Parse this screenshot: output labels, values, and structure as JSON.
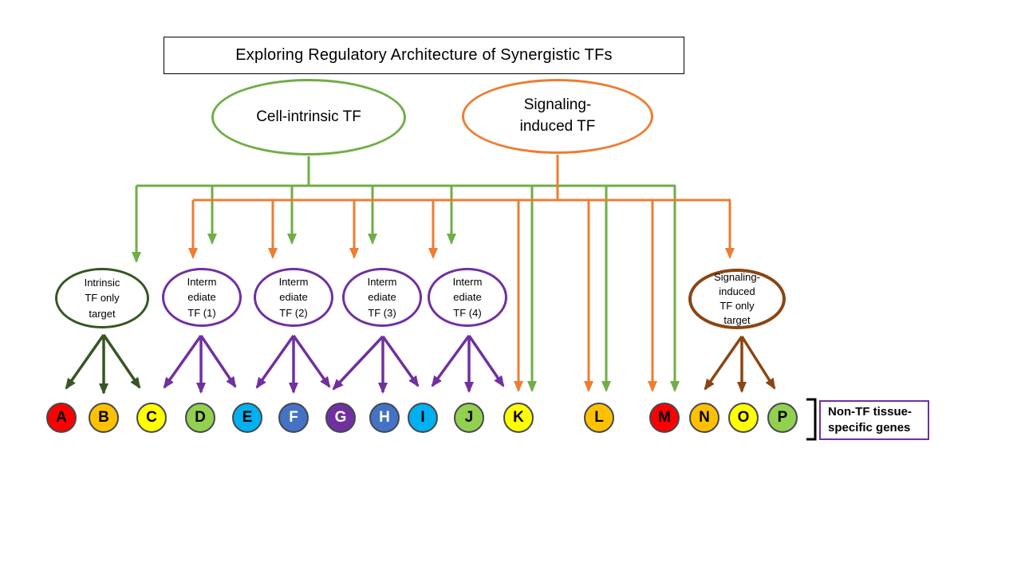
{
  "title": "Exploring Regulatory Architecture of Synergistic TFs",
  "nodes": {
    "cell_intrinsic": {
      "label": "Cell-intrinsic TF"
    },
    "signaling_induced": {
      "lines": [
        "Signaling-",
        "induced TF"
      ]
    },
    "intrinsic_target": {
      "lines": [
        "Intrinsic",
        "TF only",
        "target"
      ]
    },
    "tf1": {
      "lines": [
        "Interm",
        "ediate",
        "TF (1)"
      ]
    },
    "tf2": {
      "lines": [
        "Interm",
        "ediate",
        "TF (2)"
      ]
    },
    "tf3": {
      "lines": [
        "Interm",
        "ediate",
        "TF (3)"
      ]
    },
    "tf4": {
      "lines": [
        "Interm",
        "ediate",
        "TF (4)"
      ]
    },
    "signaling_target": {
      "lines": [
        "Signaling-",
        "induced",
        "TF only",
        "target"
      ]
    }
  },
  "genes": [
    {
      "letter": "A",
      "fill": "#FF0000",
      "text_color": "#000000"
    },
    {
      "letter": "B",
      "fill": "#FFC000",
      "text_color": "#000000"
    },
    {
      "letter": "C",
      "fill": "#FFFF00",
      "text_color": "#000000"
    },
    {
      "letter": "D",
      "fill": "#92D050",
      "text_color": "#000000"
    },
    {
      "letter": "E",
      "fill": "#00B0F0",
      "text_color": "#000000"
    },
    {
      "letter": "F",
      "fill": "#4472C4",
      "text_color": "#FFFFFF"
    },
    {
      "letter": "G",
      "fill": "#7030A0",
      "text_color": "#FFFFFF"
    },
    {
      "letter": "H",
      "fill": "#4472C4",
      "text_color": "#FFFFFF"
    },
    {
      "letter": "I",
      "fill": "#00B0F0",
      "text_color": "#000000"
    },
    {
      "letter": "J",
      "fill": "#92D050",
      "text_color": "#000000"
    },
    {
      "letter": "K",
      "fill": "#FFFF00",
      "text_color": "#000000"
    },
    {
      "letter": "L",
      "fill": "#FFC000",
      "text_color": "#000000"
    },
    {
      "letter": "M",
      "fill": "#FF0000",
      "text_color": "#000000"
    },
    {
      "letter": "N",
      "fill": "#FFC000",
      "text_color": "#000000"
    },
    {
      "letter": "O",
      "fill": "#FFFF00",
      "text_color": "#000000"
    },
    {
      "letter": "P",
      "fill": "#92D050",
      "text_color": "#000000"
    }
  ],
  "legend": {
    "lines": [
      "Non-TF tissue-",
      "specific genes"
    ]
  },
  "colors": {
    "intrinsic_line": "#70AD47",
    "signaling_line": "#ED7D31",
    "intermediate_line": "#7030A0",
    "intrinsic_target_line": "#375623",
    "signaling_target_line": "#8B4513",
    "legend_border": "#7030A0",
    "title_border": "#000000"
  }
}
